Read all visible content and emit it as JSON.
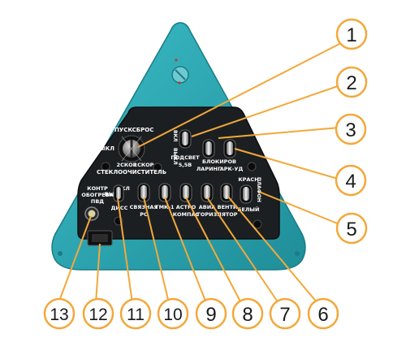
{
  "panel_labels": {
    "wiper_pusk": "ПУСК",
    "wiper_sbros": "СБРОС",
    "wiper_vykl": "ВЫКЛ",
    "wiper_2skor": "2СКОР",
    "wiper_1skor": "1СКОР",
    "wiper_title": "СТЕКЛООЧИСТИТЕЛЬ",
    "podsvet_vkl": "ВКЛ",
    "podsvet_vykl": "ВЫКЛ",
    "podsvet": "ПОДСВЕТ",
    "podsvet_v": "5,5В",
    "blokirov": "БЛОКИРОВ",
    "laring": "ЛАРИНГ",
    "ark": "АРК-УД",
    "krasn": "КРАСН",
    "plafon": "ПЛАФОН",
    "bely": "БЕЛЫЙ",
    "kontr_1": "КОНТР",
    "kontr_2": "ОБОГРЕВА",
    "kontr_3": "ПВД",
    "diss_vkl": "ВКЛ",
    "diss_vykl": "ВЫКЛ",
    "diss": "ДИСС",
    "svyaznaya": "СВЯЗНАЯ",
    "rs": "РС",
    "gmk": "ГМК-1",
    "astro": "АСТРО",
    "kompas": "КОМПАС",
    "aviag": "АВИА",
    "horiz": "ГОРИЗ",
    "venti": "ВЕНТИ",
    "lyator": "ЛЯТОР"
  },
  "callouts": [
    "1",
    "2",
    "3",
    "4",
    "5",
    "6",
    "7",
    "8",
    "9",
    "10",
    "11",
    "12",
    "13"
  ],
  "colors": {
    "teal": "#2aa7b3",
    "panel": "#1c1f22",
    "callout_ring": "#f3a83a",
    "callout_fill": "#ffffff"
  }
}
